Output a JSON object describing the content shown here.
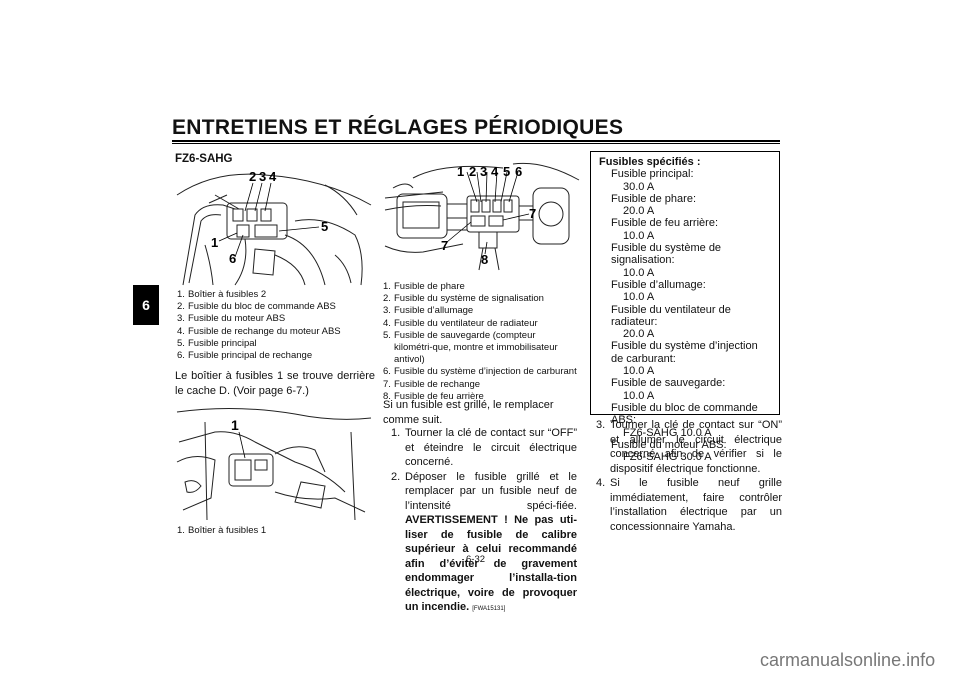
{
  "header": {
    "title": "ENTRETIENS ET RÉGLAGES PÉRIODIQUES",
    "section_tab": "6"
  },
  "left": {
    "model": "FZ6-SAHG",
    "fig1_labels": [
      "2",
      "3",
      "4",
      "1",
      "6",
      "5"
    ],
    "fig1_captions": [
      {
        "n": "1.",
        "t": "Boîtier à fusibles 2"
      },
      {
        "n": "2.",
        "t": "Fusible du bloc de commande ABS"
      },
      {
        "n": "3.",
        "t": "Fusible du moteur ABS"
      },
      {
        "n": "4.",
        "t": "Fusible de rechange du moteur ABS"
      },
      {
        "n": "5.",
        "t": "Fusible principal"
      },
      {
        "n": "6.",
        "t": "Fusible principal de rechange"
      }
    ],
    "para": "Le boîtier à fusibles 1 se trouve derrière le cache D. (Voir page 6-7.)",
    "fig2_label": "1",
    "fig2_caption": {
      "n": "1.",
      "t": "Boîtier à fusibles 1"
    }
  },
  "middle": {
    "fig_labels": [
      "1",
      "2",
      "3",
      "4",
      "5",
      "6",
      "7",
      "7",
      "8"
    ],
    "captions": [
      {
        "n": "1.",
        "t": "Fusible de phare"
      },
      {
        "n": "2.",
        "t": "Fusible du système de signalisation"
      },
      {
        "n": "3.",
        "t": "Fusible d’allumage"
      },
      {
        "n": "4.",
        "t": "Fusible du ventilateur de radiateur"
      },
      {
        "n": "5.",
        "t": "Fusible de sauvegarde (compteur kilométri-que, montre et immobilisateur antivol)"
      },
      {
        "n": "6.",
        "t": "Fusible du système d’injection de carburant"
      },
      {
        "n": "7.",
        "t": "Fusible de rechange"
      },
      {
        "n": "8.",
        "t": "Fusible de feu arrière"
      }
    ],
    "intro": "Si un fusible est grillé, le remplacer comme suit.",
    "step1": {
      "n": "1.",
      "t": "Tourner la clé de contact sur “OFF” et éteindre le circuit électrique concerné."
    },
    "step2": {
      "n": "2.",
      "t": "Déposer le fusible grillé et le remplacer par un fusible neuf de l’intensité spéci-fiée.",
      "warning": "AVERTISSEMENT ! Ne pas uti-liser de fusible de calibre supérieur à celui recommandé afin d’éviter de gravement endommager l’installa-tion électrique, voire de provoquer un incendie.",
      "code": "[FWA15131]"
    }
  },
  "right": {
    "box_title": "Fusibles spécifiés :",
    "fuses": [
      {
        "label": "Fusible principal:",
        "value": "30.0 A"
      },
      {
        "label": "Fusible de phare:",
        "value": "20.0 A"
      },
      {
        "label": "Fusible de feu arrière:",
        "value": "10.0 A"
      },
      {
        "label": "Fusible du système de signalisation:",
        "value": "10.0 A"
      },
      {
        "label": "Fusible d’allumage:",
        "value": "10.0 A"
      },
      {
        "label": "Fusible du ventilateur de radiateur:",
        "value": "20.0 A"
      },
      {
        "label": "Fusible du système d’injection de carburant:",
        "value": "10.0 A"
      },
      {
        "label": "Fusible de sauvegarde:",
        "value": "10.0 A"
      },
      {
        "label": "Fusible du bloc de commande ABS:",
        "value": "FZ6-SAHG 10.0 A"
      },
      {
        "label": "Fusible du moteur ABS:",
        "value": "FZ6-SAHG 30.0 A"
      }
    ],
    "step3": {
      "n": "3.",
      "t": "Tourner la clé de contact sur “ON” et allumer le circuit électrique concerné afin de vérifier si le dispositif électrique fonctionne."
    },
    "step4": {
      "n": "4.",
      "t": "Si le fusible neuf grille immédiatement, faire contrôler l’installation électrique par un concessionnaire Yamaha."
    }
  },
  "footer": {
    "page": "6-32",
    "watermark": "carmanualsonline.info"
  }
}
